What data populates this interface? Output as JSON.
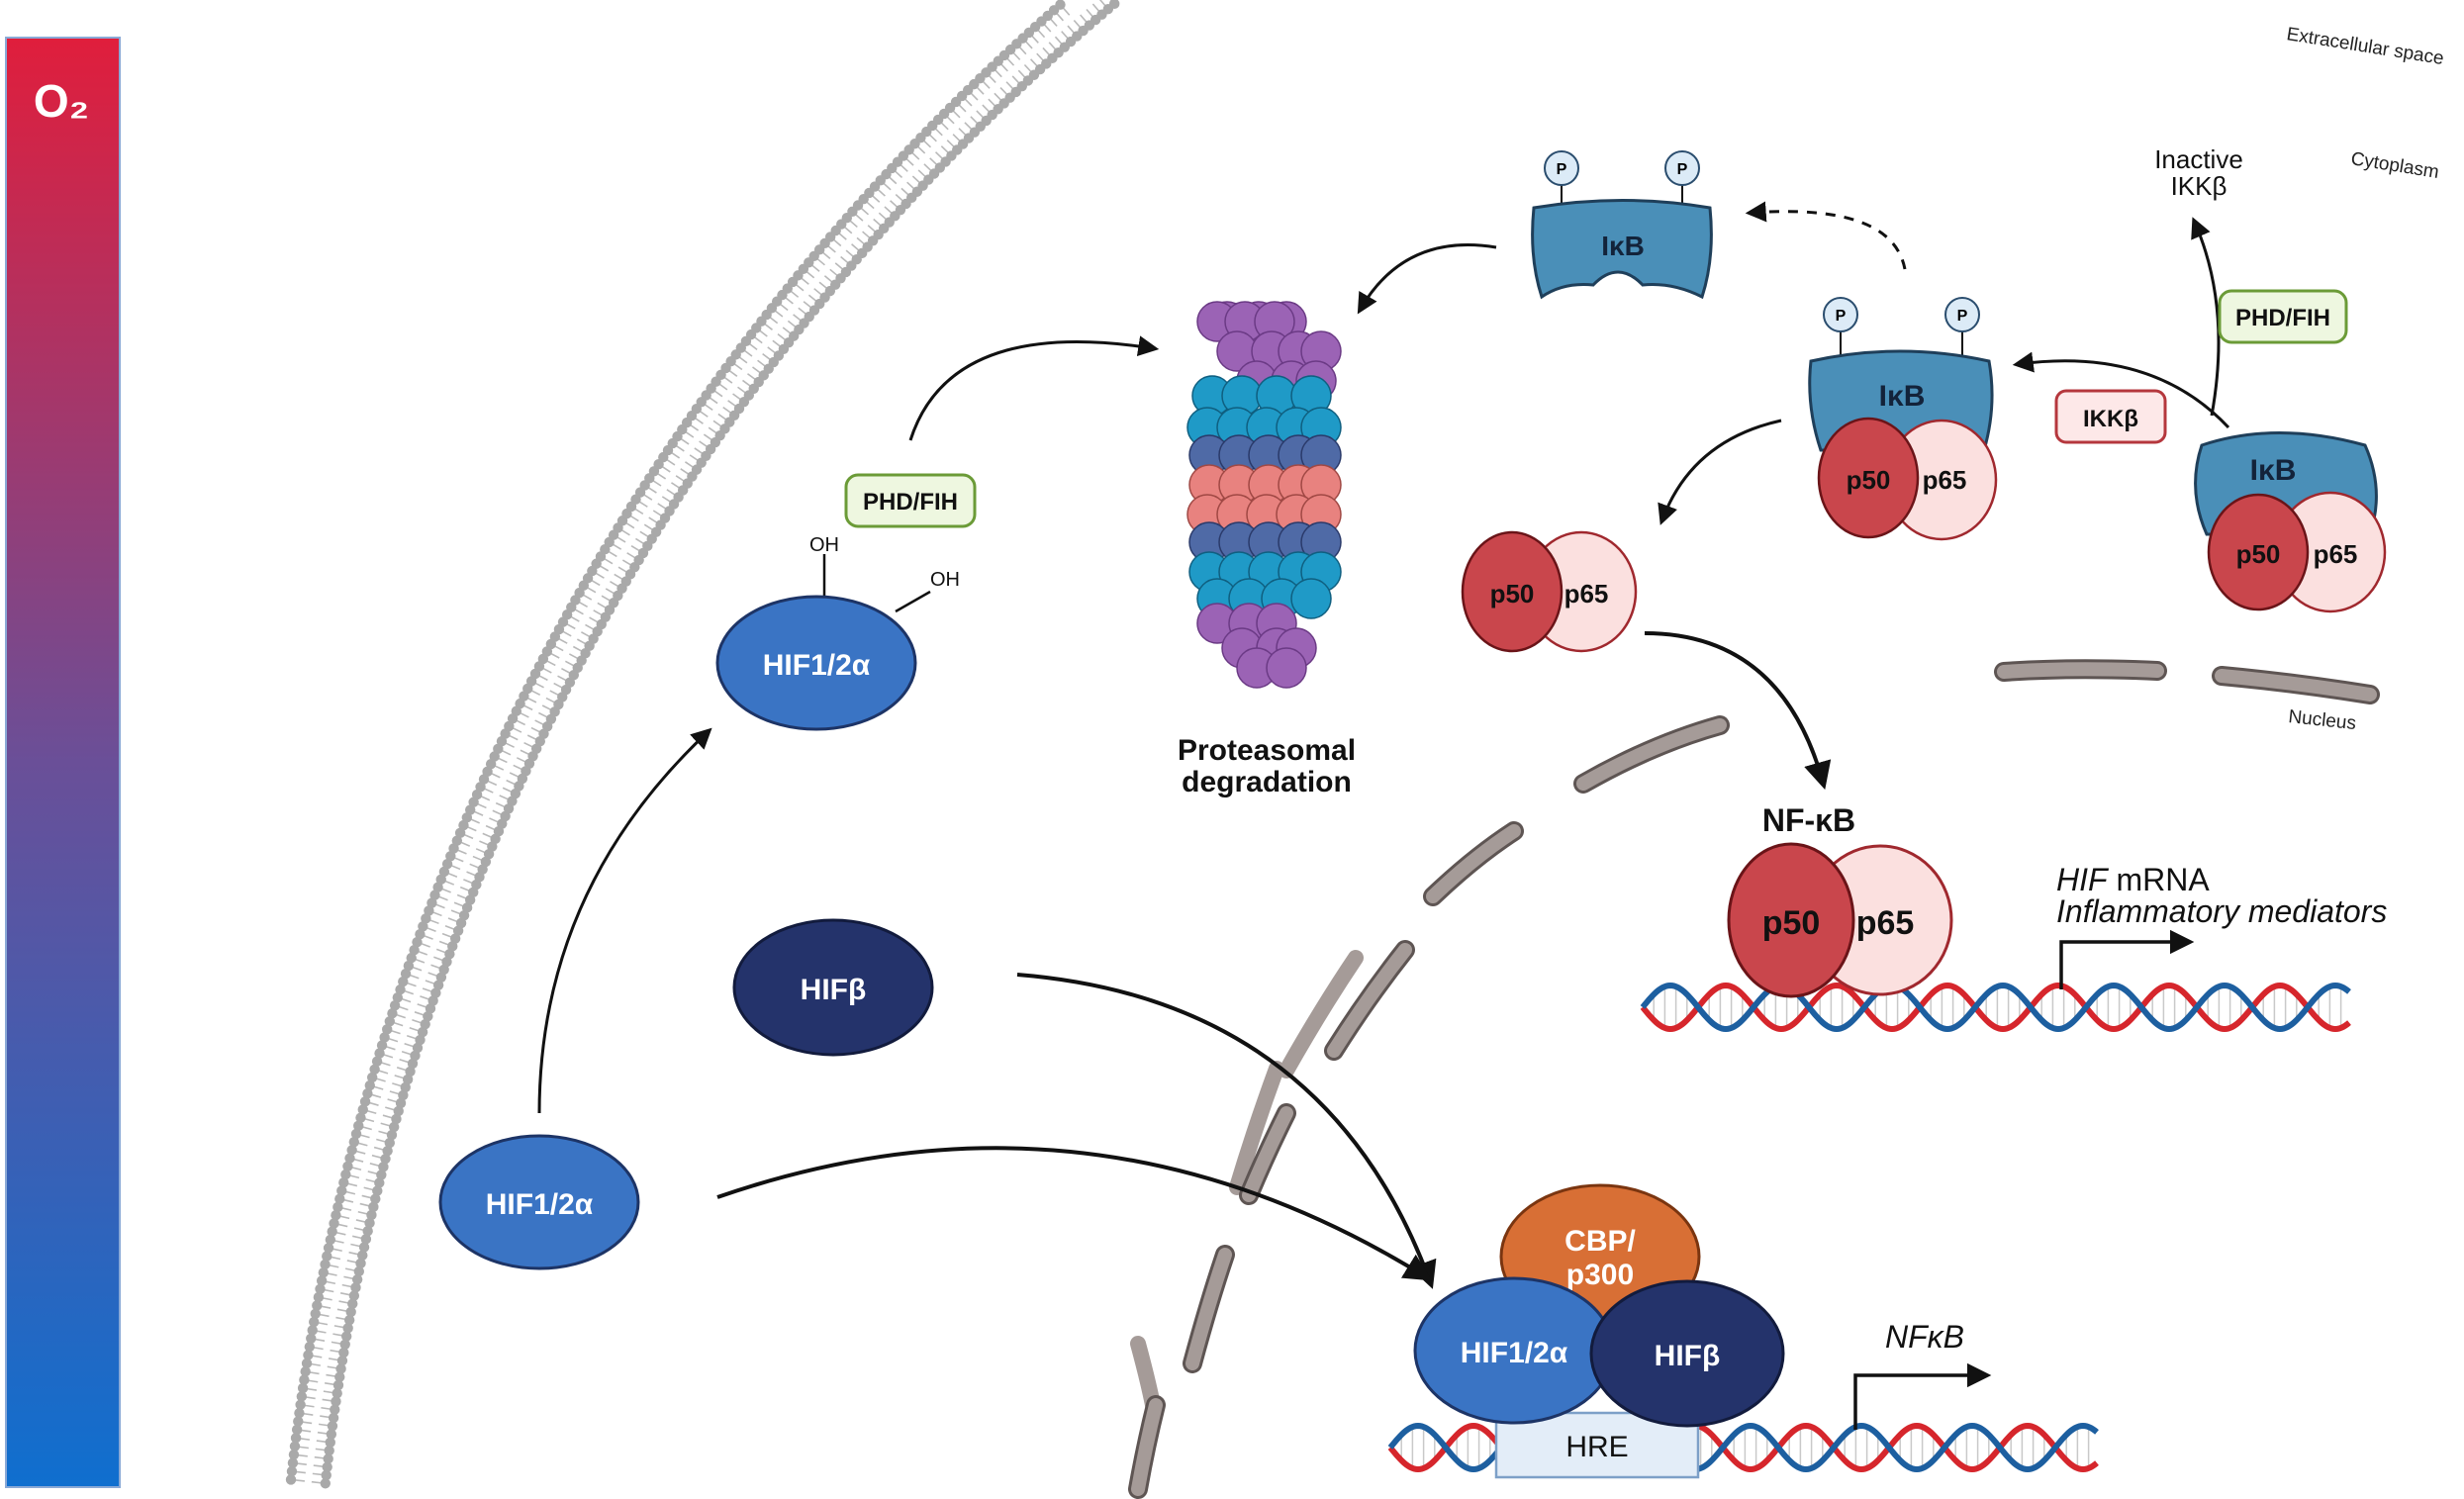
{
  "o2_bar": {
    "label": "O₂",
    "top_color": "#e01e3c",
    "bottom_color": "#0f6fcf"
  },
  "membrane": {
    "outer_label": "Extracellular space",
    "inner_label": "Cytoplasm"
  },
  "nucleus": {
    "label": "Nucleus"
  },
  "ikb_p_free": {
    "label": "IκB",
    "p1": "P",
    "p2": "P"
  },
  "proteasome": {
    "line1": "Proteasomal",
    "line2": "degradation"
  },
  "phd_left": {
    "label": "PHD/FIH"
  },
  "hif_hydrox": {
    "label": "HIF1/2α",
    "oh1": "OH",
    "oh2": "OH"
  },
  "ikb_complex_mid": {
    "ikb": "IκB",
    "p50": "p50",
    "p65": "p65",
    "p1": "P",
    "p2": "P"
  },
  "ikkb_box": {
    "label": "IKKβ"
  },
  "ikb_complex_right": {
    "ikb": "IκB",
    "p50": "p50",
    "p65": "p65"
  },
  "phd_right": {
    "label": "PHD/FIH"
  },
  "inactive_ikkb": {
    "line1": "Inactive",
    "line2": "IKKβ"
  },
  "free_dimer": {
    "p50": "p50",
    "p65": "p65"
  },
  "nfkb": {
    "title": "NF-κB",
    "p50": "p50",
    "p65": "p65",
    "gene_italic": "HIF",
    "gene_rest": " mRNA",
    "gene_line2": "Inflammatory mediators"
  },
  "hifb_free": {
    "label": "HIFβ"
  },
  "hif_free": {
    "label": "HIF1/2α"
  },
  "hre_complex": {
    "cbp_line1": "CBP/",
    "cbp_line2": "p300",
    "hif": "HIF1/2α",
    "hifb": "HIFβ",
    "hre": "HRE",
    "gene": "NFκB"
  },
  "colors": {
    "hif_blue": "#3a74c4",
    "hif_dark": "#24336b",
    "ikb_teal": "#4a8fb8",
    "p50_red": "#c9464c",
    "p65_pink": "#fbe0df",
    "cbp_orange": "#d86f35",
    "phd_green_bg": "#eef7e0",
    "phd_green_border": "#6b9b37",
    "ikkb_border": "#b5373d",
    "membrane_gray": "#a9a9a9",
    "nucleus_envelope": "#a59b98",
    "dna_red": "#d6262c",
    "dna_blue": "#1d5fa0"
  }
}
